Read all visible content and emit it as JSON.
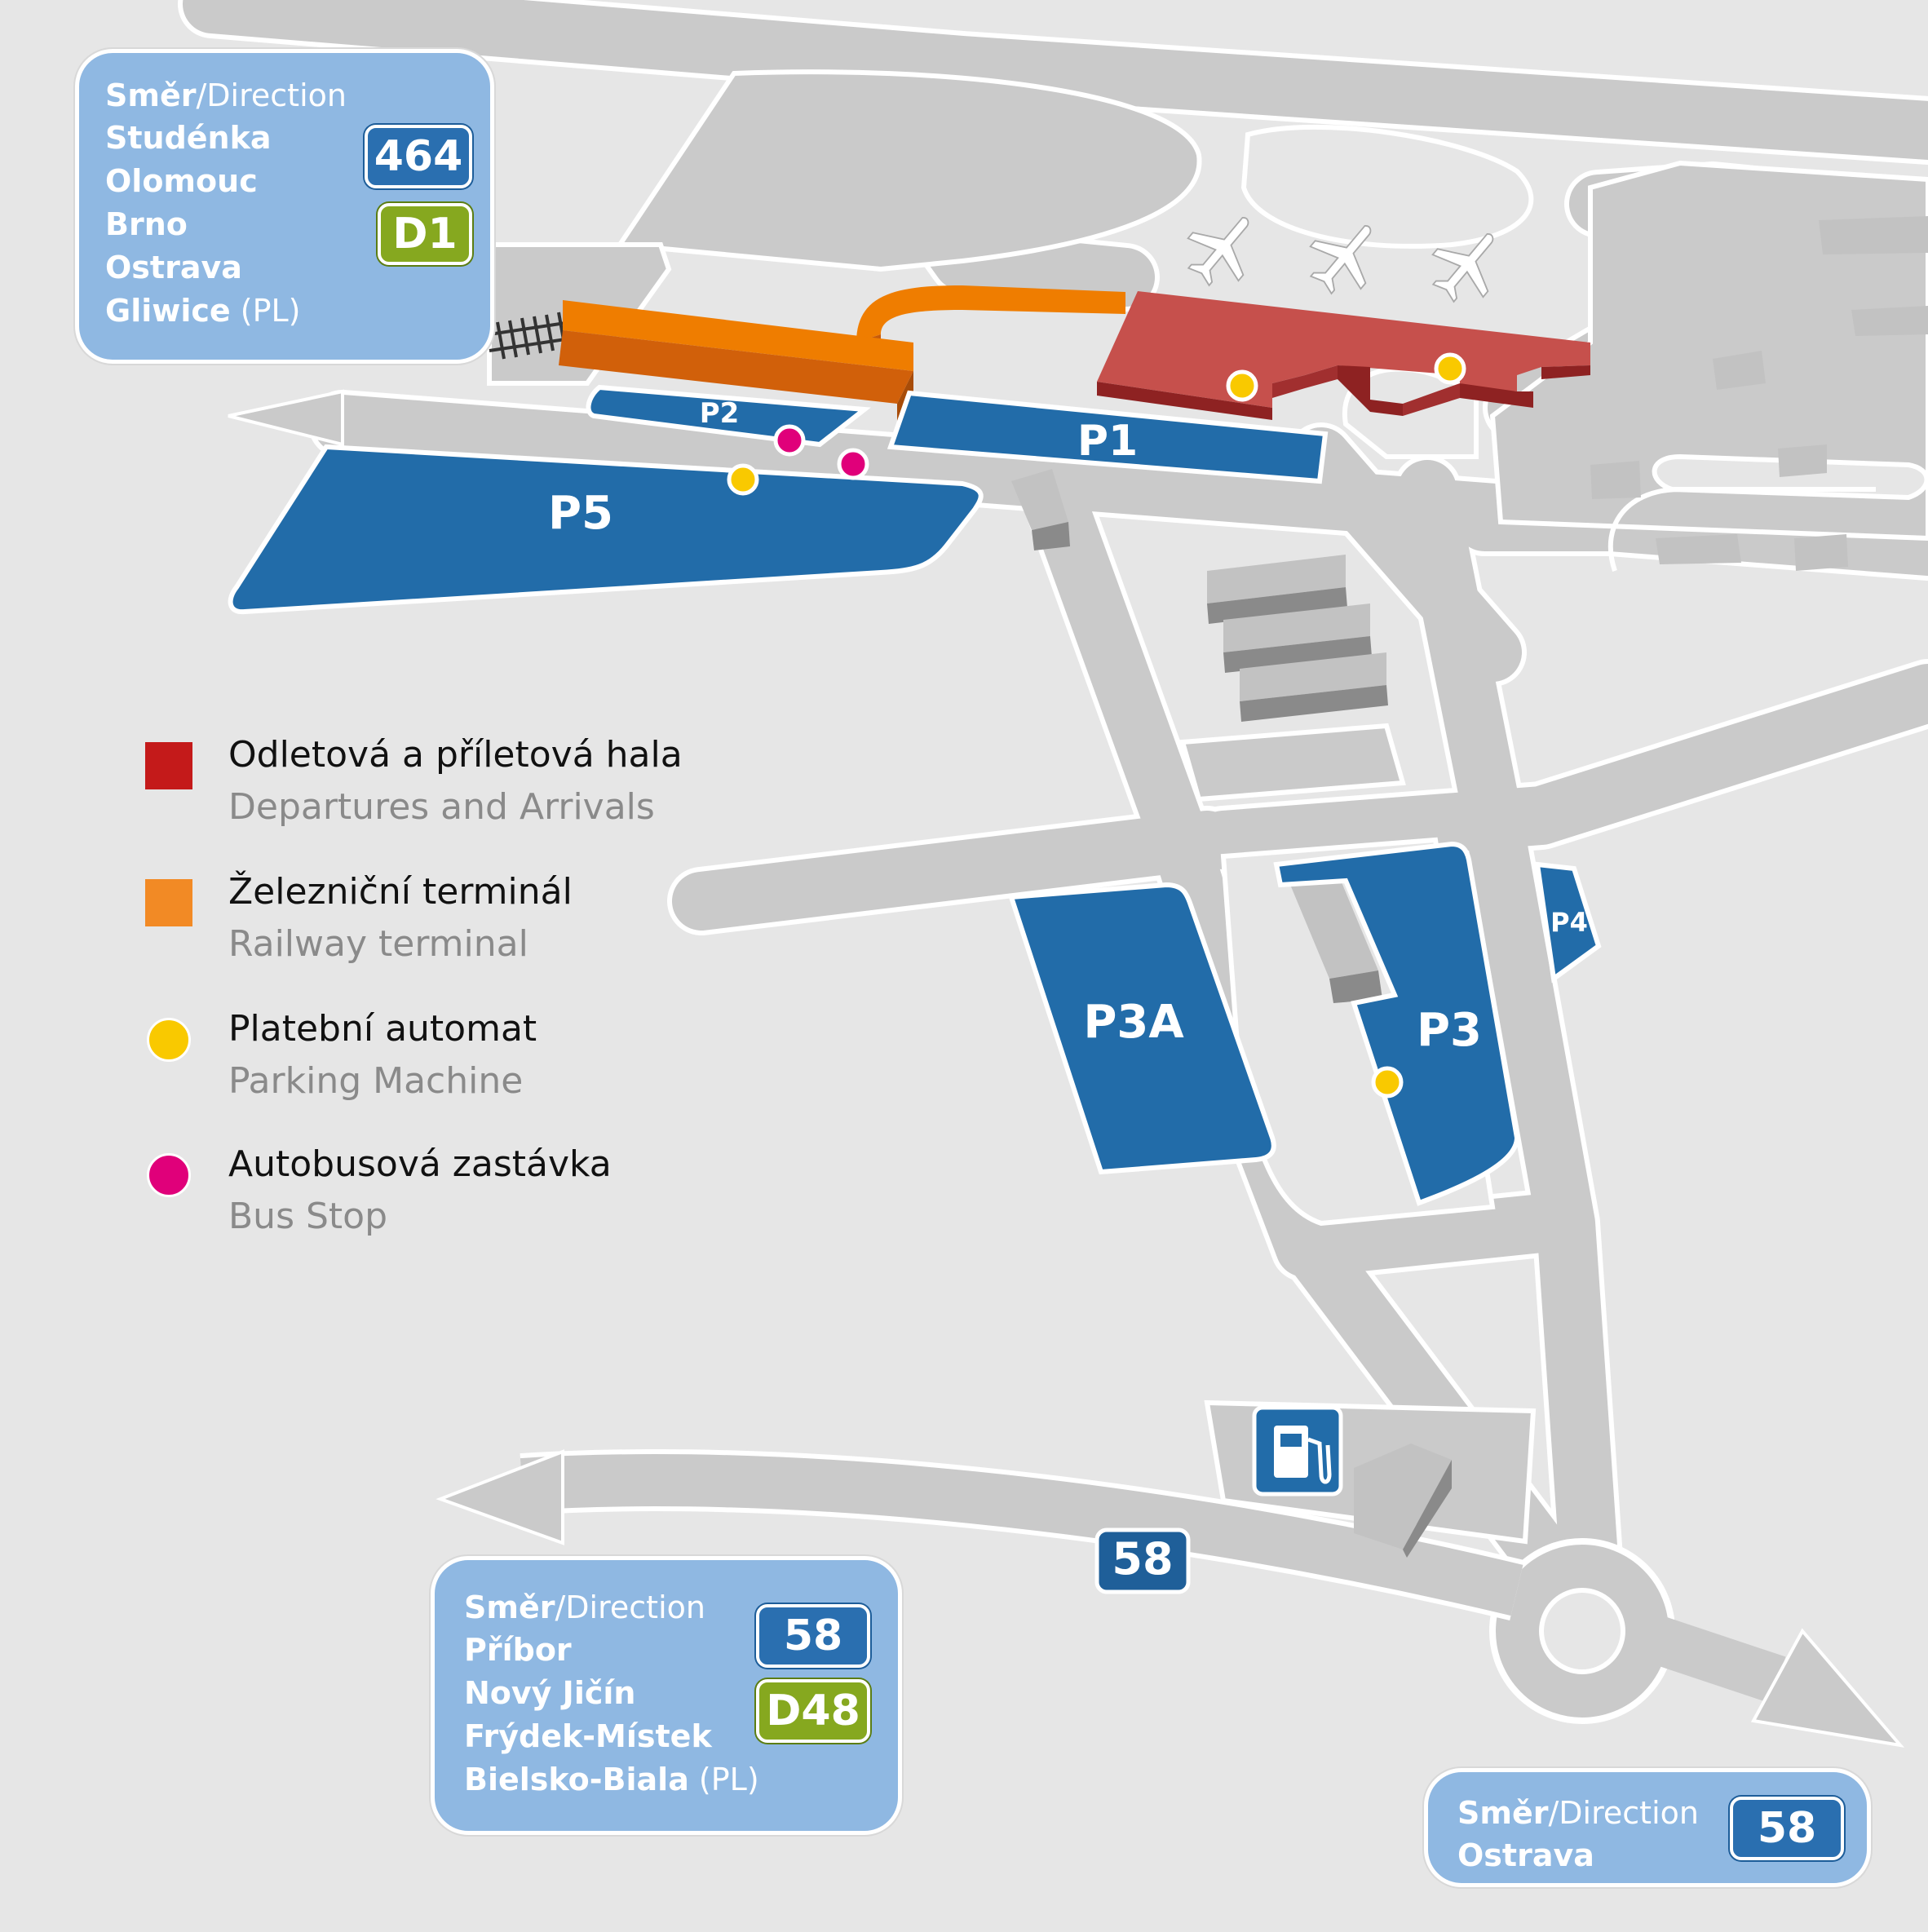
{
  "colors": {
    "background": "#e6e6e6",
    "road": "#cacaca",
    "road_edge": "#ffffff",
    "parking": "#226ca9",
    "terminal_hall": "#c6504c",
    "railway_terminal": "#ef7d00",
    "parking_machine": "#f9c900",
    "bus_stop": "#e0007a",
    "direction_box": "#8fb8e2",
    "badge_blue": "#2a6fb0",
    "badge_green": "#86a81f",
    "building": "#c2c2c2"
  },
  "parking_labels": {
    "p1": "P1",
    "p2": "P2",
    "p3": "P3",
    "p3a": "P3A",
    "p4": "P4",
    "p5": "P5"
  },
  "road_badge": "58",
  "icons": [
    "airplane-icon",
    "fuel-pump-icon",
    "railway-tracks-icon",
    "direction-arrow-icon"
  ],
  "directions": {
    "north_west": {
      "title_bold": "Směr",
      "title_rest": "/Direction",
      "places": [
        "Studénka",
        "Olomouc",
        "Brno",
        "Ostrava",
        "Gliwice"
      ],
      "last_note": " (PL)",
      "badges": [
        "464",
        "D1"
      ]
    },
    "south_west": {
      "title_bold": "Směr",
      "title_rest": "/Direction",
      "places": [
        "Příbor",
        "Nový Jičín",
        "Frýdek-Místek",
        "Bielsko-Biala"
      ],
      "last_note": " (PL)",
      "badges": [
        "58",
        "D48"
      ]
    },
    "south_east": {
      "title_bold": "Směr",
      "title_rest": "/Direction",
      "places": [
        "Ostrava"
      ],
      "badges": [
        "58"
      ]
    }
  },
  "legend": [
    {
      "main": "Odletová a příletová hala",
      "sub": "Departures and Arrivals",
      "swatch": "#c41a1a",
      "shape": "square"
    },
    {
      "main": "Železniční terminál",
      "sub": "Railway terminal",
      "swatch": "#f28a25",
      "shape": "square"
    },
    {
      "main": "Platební automat",
      "sub": "Parking Machine",
      "swatch": "#f9c900",
      "shape": "circle"
    },
    {
      "main": "Autobusová zastávka",
      "sub": "Bus Stop",
      "swatch": "#e0007a",
      "shape": "circle"
    }
  ]
}
